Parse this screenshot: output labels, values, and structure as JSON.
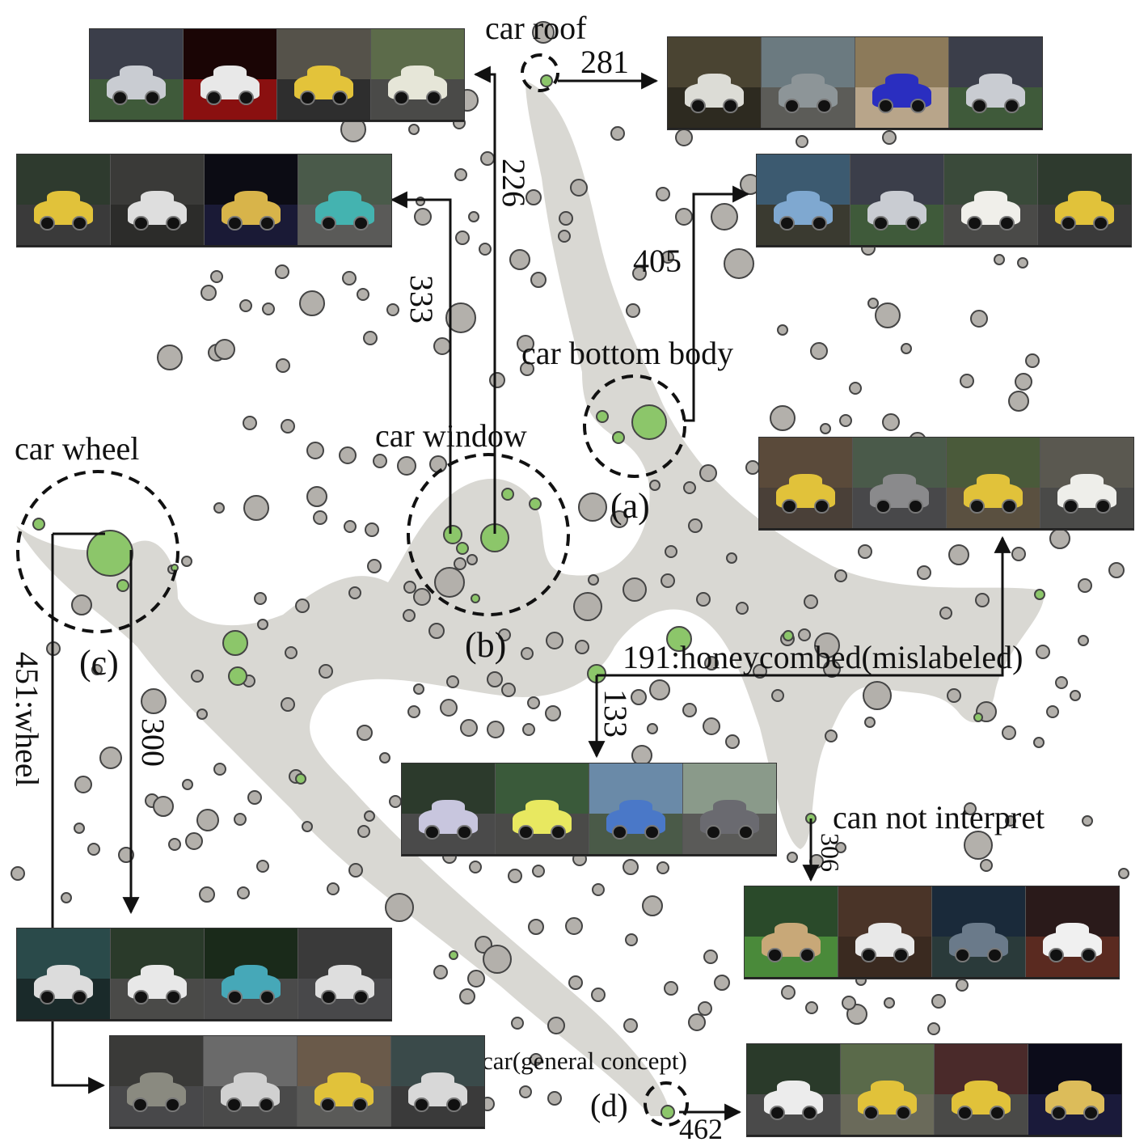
{
  "background_blob_color": "#d9d8d3",
  "node_gray": "#b3b0ab",
  "node_green": "#8cc66a",
  "labels": {
    "car_roof": "car roof",
    "car_bottom_body": "car bottom body",
    "car_window": "car window",
    "car_wheel": "car wheel",
    "a": "(a)",
    "b": "(b)",
    "c": "(c)",
    "d": "(d)",
    "honeycombed": "191:honeycombed(mislabeled)",
    "can_not_interpret": "can not interpret",
    "car_general": "car(general concept)"
  },
  "edge_values": {
    "e281": "281",
    "e226": "226",
    "e333": "333",
    "e405": "405",
    "e133": "133",
    "e300": "300",
    "e451": "451:wheel",
    "e306": "306",
    "e462": "462"
  },
  "image_strips": {
    "roof_left": [
      {
        "sky": "#3b3e4a",
        "ground": "#3f5a3a",
        "car": "#c9ccd2"
      },
      {
        "sky": "#1a0505",
        "ground": "#8a1010",
        "car": "#e8e8e8"
      },
      {
        "sky": "#55524a",
        "ground": "#2e2e2e",
        "car": "#e3c33a"
      },
      {
        "sky": "#5c6b4a",
        "ground": "#4a4a48",
        "car": "#e6e6d8"
      }
    ],
    "roof_right": [
      {
        "sky": "#4a4432",
        "ground": "#2d2a20",
        "car": "#dcdcd6"
      },
      {
        "sky": "#6b7a80",
        "ground": "#5c5c58",
        "car": "#8d9598"
      },
      {
        "sky": "#8c7a5a",
        "ground": "#b8a58a",
        "car": "#2a2ec0"
      },
      {
        "sky": "#3b3e4a",
        "ground": "#3f5a3a",
        "car": "#c9ccd2"
      }
    ],
    "window": [
      {
        "sky": "#2e3a2e",
        "ground": "#3a3a3a",
        "car": "#e1c23a"
      },
      {
        "sky": "#3a3a38",
        "ground": "#2c2c2a",
        "car": "#dedede"
      },
      {
        "sky": "#0c0c14",
        "ground": "#1a1a36",
        "car": "#d8b44a"
      },
      {
        "sky": "#4a5a4a",
        "ground": "#5a5a58",
        "car": "#44b3b0"
      }
    ],
    "bottom_body": [
      {
        "sky": "#3c5a70",
        "ground": "#3a3a30",
        "car": "#7fa8d0"
      },
      {
        "sky": "#3b3e4a",
        "ground": "#3f5a3a",
        "car": "#c9ccd2"
      },
      {
        "sky": "#3a4a3a",
        "ground": "#4a4a48",
        "car": "#f0efea"
      },
      {
        "sky": "#2e3a2e",
        "ground": "#3a3a3a",
        "car": "#e1c23a"
      }
    ],
    "honeycombed": [
      {
        "sky": "#5a4a3a",
        "ground": "#4a4038",
        "car": "#e1c23a"
      },
      {
        "sky": "#4a5a4a",
        "ground": "#48484a",
        "car": "#8a8a8c"
      },
      {
        "sky": "#4a5a3a",
        "ground": "#5a5040",
        "car": "#e1c23a"
      },
      {
        "sky": "#5a5850",
        "ground": "#4a4a48",
        "car": "#eeeeea"
      }
    ],
    "n133": [
      {
        "sky": "#2c3a2c",
        "ground": "#4a4a4a",
        "car": "#c8c6de"
      },
      {
        "sky": "#3a5a3a",
        "ground": "#4a4a48",
        "car": "#e8e860"
      },
      {
        "sky": "#6a8aa8",
        "ground": "#4a5a48",
        "car": "#4a78c8"
      },
      {
        "sky": "#8a9a8a",
        "ground": "#5a5a58",
        "car": "#6a6a70"
      }
    ],
    "wheel_300": [
      {
        "sky": "#2a4a4a",
        "ground": "#1a2a2a",
        "car": "#dcdcdc"
      },
      {
        "sky": "#2a3a2a",
        "ground": "#4a4a48",
        "car": "#e8e8e8"
      },
      {
        "sky": "#1a2a1a",
        "ground": "#4a4a4a",
        "car": "#46a8b8"
      },
      {
        "sky": "#3a3a3a",
        "ground": "#48484a",
        "car": "#dedede"
      }
    ],
    "wheel_451": [
      {
        "sky": "#3a3a38",
        "ground": "#48484a",
        "car": "#8a8a80"
      },
      {
        "sky": "#6a6a6a",
        "ground": "#4a4a4a",
        "car": "#d0d0d0"
      },
      {
        "sky": "#6a5a4a",
        "ground": "#5a5a58",
        "car": "#e1c23a"
      },
      {
        "sky": "#3a4a4a",
        "ground": "#3a3a3a",
        "car": "#d8d8d8"
      }
    ],
    "interpret_306": [
      {
        "sky": "#2a4a2a",
        "ground": "#4a8a3a",
        "car": "#c8a878"
      },
      {
        "sky": "#4a3428",
        "ground": "#3a2a20",
        "car": "#e8e8e8"
      },
      {
        "sky": "#1a2a3a",
        "ground": "#2a3a3a",
        "car": "#6a7a8a"
      },
      {
        "sky": "#2a1a1a",
        "ground": "#5a2a20",
        "car": "#f0f0f0"
      }
    ],
    "general_462": [
      {
        "sky": "#2a3a2a",
        "ground": "#4a4a4a",
        "car": "#ececec"
      },
      {
        "sky": "#5a6a4a",
        "ground": "#6a6a5a",
        "car": "#e1c23a"
      },
      {
        "sky": "#4a2a2a",
        "ground": "#4a4a48",
        "car": "#e1c23a"
      },
      {
        "sky": "#0c0c1a",
        "ground": "#1a1a3a",
        "car": "#dcbc5a"
      }
    ]
  }
}
